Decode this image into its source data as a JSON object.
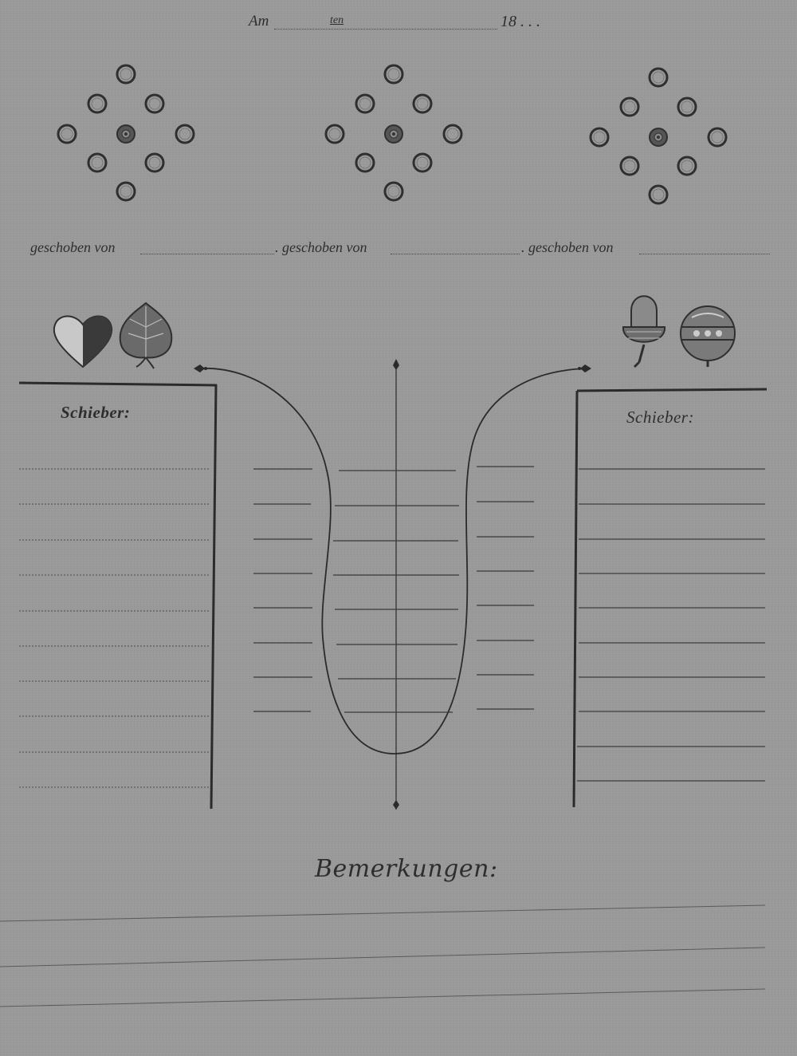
{
  "header": {
    "am_label": "Am",
    "ten_label": "ten",
    "year_label": "18 . . ."
  },
  "pusher_fields": [
    {
      "label": "geschoben von"
    },
    {
      "label": ". geschoben von"
    },
    {
      "label": ". geschoben von"
    }
  ],
  "left_column": {
    "heading": "Schieber:",
    "suit_icons": [
      "heart-suit-icon",
      "leaf-suit-icon"
    ]
  },
  "right_column": {
    "heading": "Schieber:",
    "suit_icons": [
      "acorn-suit-icon",
      "bell-suit-icon"
    ]
  },
  "remarks": {
    "heading": "Bemerkungen:"
  }
}
